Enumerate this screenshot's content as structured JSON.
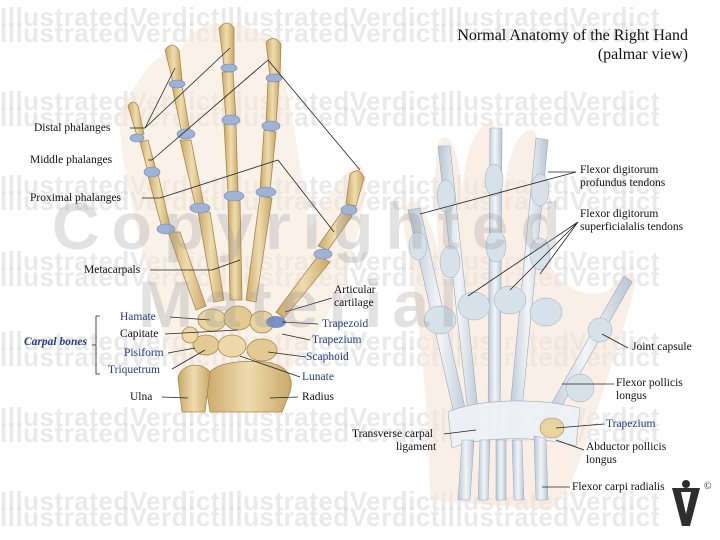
{
  "watermark": {
    "text": "IllustratedVerdictIllustratedVerdictIllustratedVerdict",
    "big1": "Copyrighted",
    "big2": "Material"
  },
  "title": {
    "line1": "Normal Anatomy of the Right Hand",
    "line2": "(palmar view)"
  },
  "left_labels": {
    "distal_phalanges": "Distal phalanges",
    "middle_phalanges": "Middle phalanges",
    "proximal_phalanges": "Proximal phalanges",
    "metacarpals": "Metacarpals",
    "articular_cartilage_1": "Articular",
    "articular_cartilage_2": "cartilage",
    "carpal_bones": "Carpal bones",
    "hamate": "Hamate",
    "capitate": "Capitate",
    "pisiform": "Pisiform",
    "triquetrum": "Triquetrum",
    "trapezoid": "Trapezoid",
    "trapezium": "Trapezium",
    "scaphoid": "Scaphoid",
    "lunate": "Lunate",
    "ulna": "Ulna",
    "radius": "Radius"
  },
  "right_labels": {
    "fdp_1": "Flexor digitorum",
    "fdp_2": "profundus tendons",
    "fds_1": "Flexor digitorum",
    "fds_2": "superficialalis tendons",
    "joint_capsule": "Joint capsule",
    "fpl_1": "Flexor pollicis",
    "fpl_2": "longus",
    "trapezium": "Trapezium",
    "apl_1": "Abductor pollicis",
    "apl_2": "longus",
    "tcl_1": "Transverse carpal",
    "tcl_2": "ligament",
    "fcr": "Flexor carpi radialis"
  },
  "logo": {
    "symbol": "©"
  },
  "colors": {
    "bone": "#e6cf9a",
    "bone_shade": "#c9a86a",
    "cartilage": "#9fb3d6",
    "skin": "#f6e5d6",
    "tendon": "#dfe6ee",
    "label_blue": "#233d7a"
  }
}
